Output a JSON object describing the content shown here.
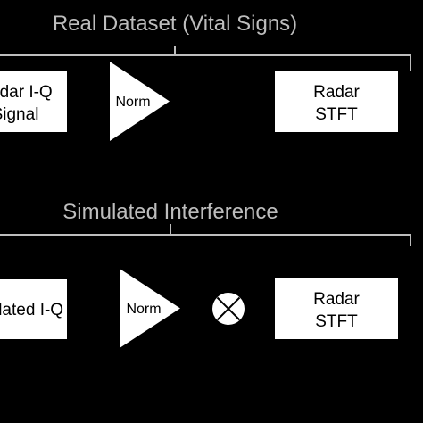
{
  "colors": {
    "background": "#000000",
    "block_fill": "#ffffff",
    "block_text": "#000000",
    "title_text": "#bdbdbd",
    "bracket_line": "#bdbdbd"
  },
  "sections": [
    {
      "title": "Real Dataset (Vital Signs)",
      "input_block": {
        "line1": "Radar I-Q",
        "line2": "Signal"
      },
      "norm_label": "Norm",
      "output_block": {
        "line1": "Radar",
        "line2": "STFT"
      }
    },
    {
      "title": "Simulated Interference",
      "input_block": {
        "line1": "Simulated I-Q",
        "line2": ""
      },
      "norm_label": "Norm",
      "mixer_icon": "multiply-circle-icon",
      "output_block": {
        "line1": "Radar",
        "line2": "STFT"
      }
    }
  ]
}
